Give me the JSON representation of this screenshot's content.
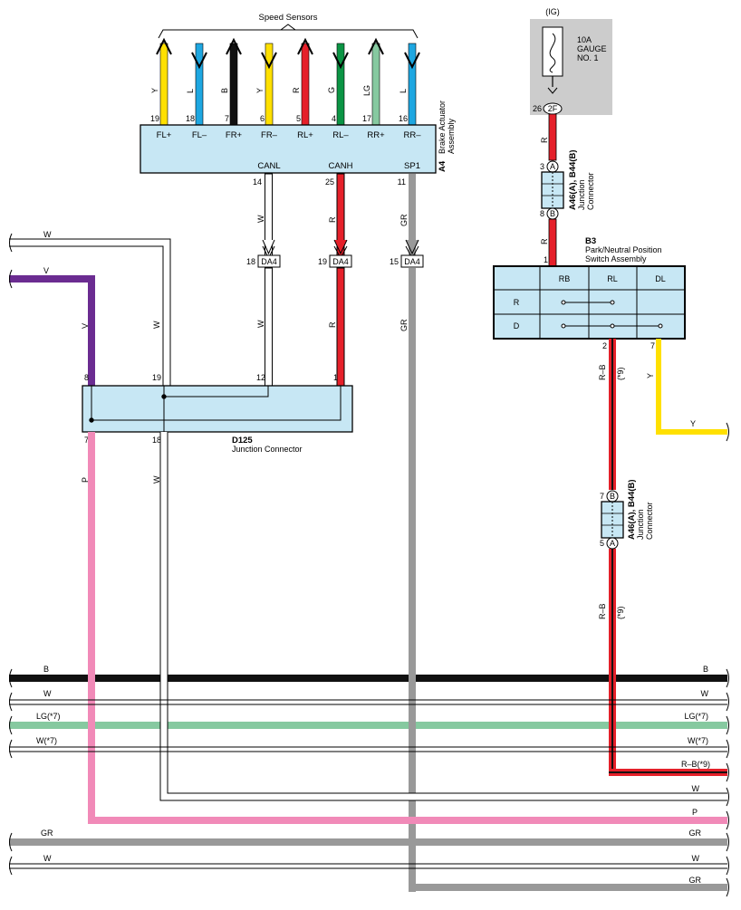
{
  "colors": {
    "Y": "#ffe000",
    "L": "#1ea7e1",
    "B": "#111111",
    "R": "#e5202a",
    "G": "#0b9444",
    "LG": "#86c9a0",
    "W": "#ffffff",
    "GR": "#999999",
    "V": "#6b2c91",
    "P": "#f18ab8",
    "box": "#c7e7f4",
    "fuse_bg": "#cccccc"
  },
  "title": "Speed Sensors",
  "speed_wires": [
    {
      "color": "Y",
      "pin": "19",
      "term": "FL+",
      "arrow": "up"
    },
    {
      "color": "L",
      "pin": "18",
      "term": "FL–",
      "arrow": "down"
    },
    {
      "color": "B",
      "pin": "7",
      "term": "FR+",
      "arrow": "up"
    },
    {
      "color": "Y",
      "pin": "6",
      "term": "FR–",
      "arrow": "down"
    },
    {
      "color": "R",
      "pin": "5",
      "term": "RL+",
      "arrow": "up"
    },
    {
      "color": "G",
      "pin": "4",
      "term": "RL–",
      "arrow": "down"
    },
    {
      "color": "LG",
      "pin": "17",
      "term": "RR+",
      "arrow": "up"
    },
    {
      "color": "L",
      "pin": "16",
      "term": "RR–",
      "arrow": "down"
    }
  ],
  "brake_actuator": {
    "code": "A4",
    "name_line1": "Brake Actuator",
    "name_line2": "Assembly",
    "canl": "CANL",
    "canh": "CANH",
    "sp1": "SP1",
    "canl_pin": "14",
    "canh_pin": "25",
    "sp1_pin": "11"
  },
  "da4_connectors": [
    {
      "pin": "18",
      "label": "DA4",
      "wire": "W"
    },
    {
      "pin": "19",
      "label": "DA4",
      "wire": "R"
    },
    {
      "pin": "15",
      "label": "DA4",
      "wire": "GR"
    }
  ],
  "fuse": {
    "ig": "(IG)",
    "line1": "10A",
    "line2": "GAUGE",
    "line3": "NO. 1",
    "pin": "26",
    "conn": "2F"
  },
  "junction_connector_top": {
    "code": "A46(A), B44(B)",
    "name_line1": "Junction",
    "name_line2": "Connector",
    "pin_top": "3",
    "letter_top": "A",
    "pin_bottom": "8",
    "letter_bottom": "B"
  },
  "pnp_switch": {
    "code": "B3",
    "name_line1": "Park/Neutral Position",
    "name_line2": "Switch Assembly",
    "pin_in": "1",
    "columns": [
      "RB",
      "RL",
      "DL"
    ],
    "rows": [
      "R",
      "D"
    ],
    "pin_out_2": "2",
    "pin_out_7": "7"
  },
  "junction_connector_bottom": {
    "code": "A46(A), B44(B)",
    "name_line1": "Junction",
    "name_line2": "Connector",
    "pin_top": "7",
    "letter_top": "B",
    "pin_bottom": "5",
    "letter_bottom": "A"
  },
  "d125": {
    "code": "D125",
    "name": "Junction Connector",
    "pin_8": "8",
    "pin_19": "19",
    "pin_12": "12",
    "pin_1": "1",
    "pin_7": "7",
    "pin_18": "18"
  },
  "wire_labels": {
    "W": "W",
    "V": "V",
    "R": "R",
    "GR": "GR",
    "P": "P",
    "Y": "Y",
    "RB": "R–B",
    "note9": "(*9)"
  },
  "buses": [
    {
      "left": "B",
      "right": "B",
      "color": "B"
    },
    {
      "left": "W",
      "right": "W",
      "color": "W"
    },
    {
      "left": "LG(*7)",
      "right": "LG(*7)",
      "color": "LG"
    },
    {
      "left": "W(*7)",
      "right": "W(*7)",
      "color": "W"
    },
    {
      "left": "",
      "right": "R–B(*9)",
      "color": "RB"
    },
    {
      "left": "",
      "right": "W",
      "color": "W"
    },
    {
      "left": "",
      "right": "P",
      "color": "P"
    },
    {
      "left": "GR",
      "right": "GR",
      "color": "GR"
    },
    {
      "left": "W",
      "right": "W",
      "color": "W"
    },
    {
      "left": "",
      "right": "GR",
      "color": "GR"
    }
  ]
}
